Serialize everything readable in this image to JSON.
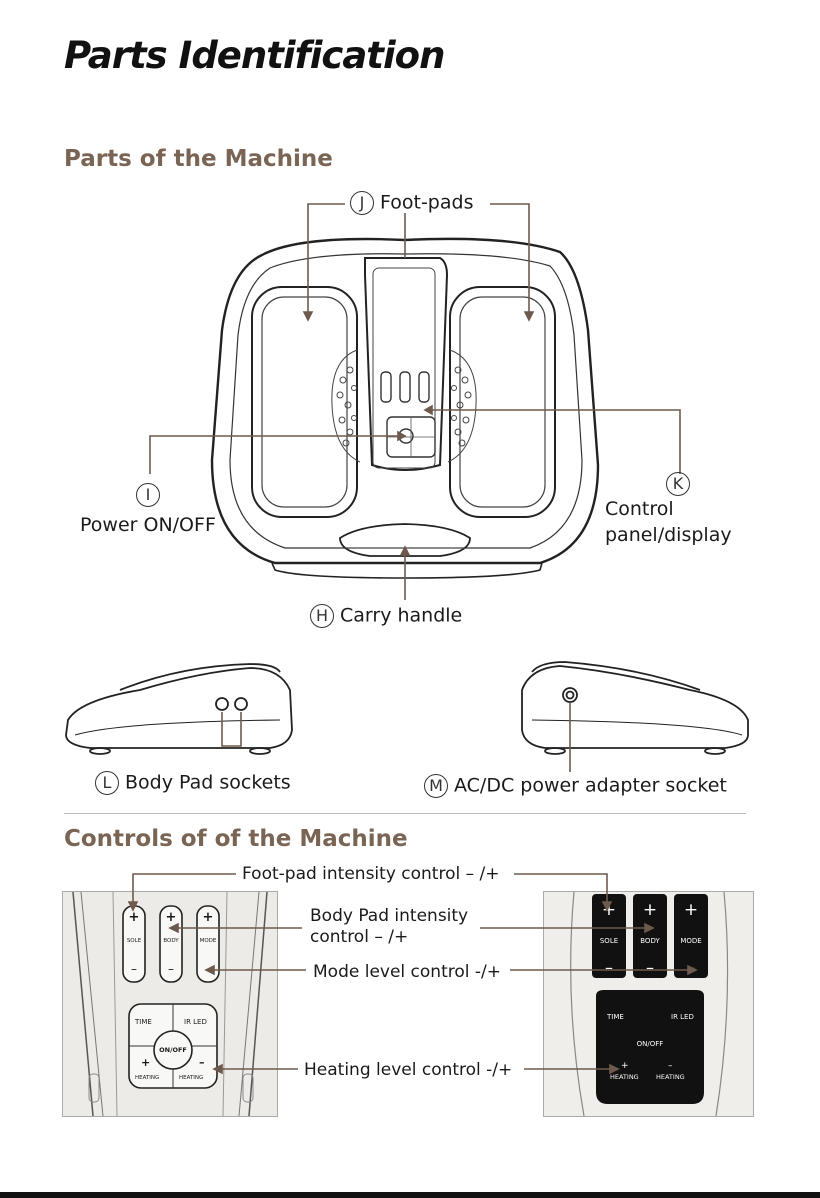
{
  "header": {
    "title": "Parts Identification"
  },
  "sections": {
    "machine": "Parts of the Machine",
    "controls": "Controls of of the Machine"
  },
  "parts": {
    "J": {
      "letter": "J",
      "label": "Foot-pads"
    },
    "I": {
      "letter": "I",
      "label": "Power ON/OFF"
    },
    "K": {
      "letter": "K",
      "label_line1": "Control",
      "label_line2": "panel/display"
    },
    "H": {
      "letter": "H",
      "label": "Carry handle"
    },
    "L": {
      "letter": "L",
      "label": "Body Pad sockets"
    },
    "M": {
      "letter": "M",
      "label": "AC/DC power adapter socket"
    }
  },
  "controls": {
    "footpad": "Foot-pad intensity control – /+",
    "bodypad_line1": "Body Pad intensity",
    "bodypad_line2": "control – /+",
    "mode": "Mode level control -/+",
    "heating": "Heating level control -/+"
  },
  "panel_left": {
    "sole": "SOLE",
    "body": "BODY",
    "mode": "MODE",
    "time": "TIME",
    "irled": "IR LED",
    "onoff": "ON/OFF",
    "heating_plus": "HEATING",
    "heating_minus": "HEATING",
    "plus": "+",
    "minus": "–"
  },
  "panel_right": {
    "sole": "SOLE",
    "body": "BODY",
    "mode": "MODE",
    "time": "TIME",
    "irled": "IR LED",
    "onoff": "ON/OFF",
    "heating_plus": "HEATING",
    "heating_minus": "HEATING",
    "plus": "+",
    "minus": "–"
  },
  "colors": {
    "accent": "#7a6454",
    "arrow": "#6e5a4c",
    "panel_dark": "#111111"
  }
}
